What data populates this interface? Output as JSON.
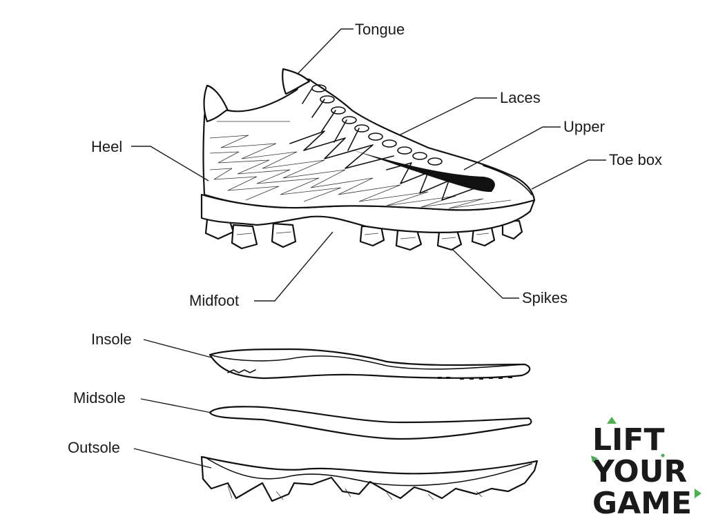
{
  "labels": {
    "tongue": "Tongue",
    "laces": "Laces",
    "upper": "Upper",
    "heel": "Heel",
    "toe_box": "Toe box",
    "midfoot": "Midfoot",
    "spikes": "Spikes",
    "insole": "Insole",
    "midsole": "Midsole",
    "outsole": "Outsole"
  },
  "logo": {
    "line1": "LIFT",
    "line2": "YOUR",
    "line3": "GAME",
    "accent_color": "#4caf50"
  },
  "colors": {
    "line": "#111111",
    "background": "#ffffff"
  }
}
